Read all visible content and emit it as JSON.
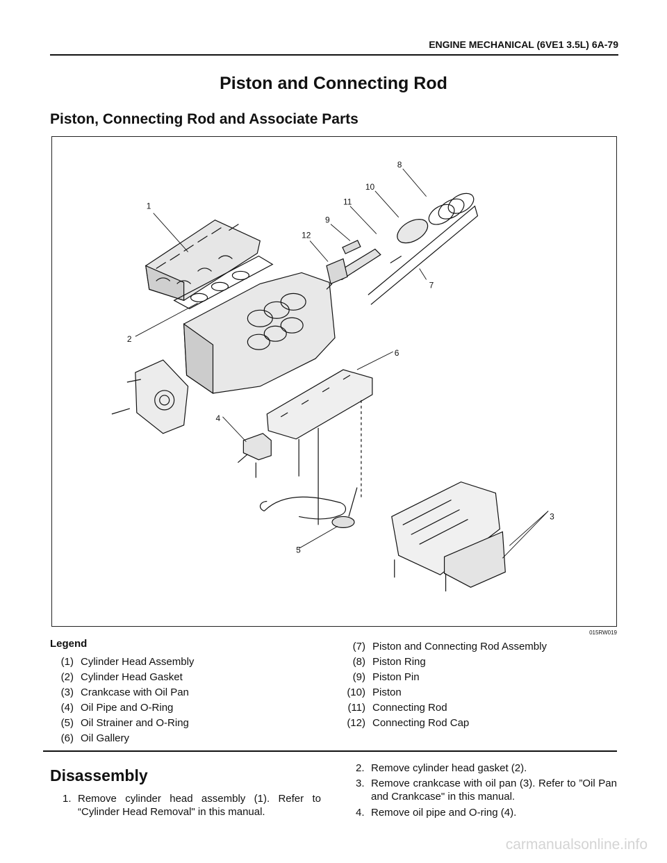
{
  "header": {
    "text": "ENGINE MECHANICAL (6VE1 3.5L)  6A-79"
  },
  "page_title": "Piston and Connecting Rod",
  "section_title": "Piston, Connecting Rod and Associate Parts",
  "figure": {
    "code": "015RW019",
    "labels": {
      "l1": "1",
      "l2": "2",
      "l3": "3",
      "l4": "4",
      "l5": "5",
      "l6": "6",
      "l7": "7",
      "l8": "8",
      "l9": "9",
      "l10": "10",
      "l11": "11",
      "l12": "12"
    }
  },
  "legend": {
    "title": "Legend",
    "left": [
      {
        "num": "(1)",
        "text": "Cylinder Head Assembly"
      },
      {
        "num": "(2)",
        "text": "Cylinder Head Gasket"
      },
      {
        "num": "(3)",
        "text": "Crankcase with Oil Pan"
      },
      {
        "num": "(4)",
        "text": "Oil Pipe and O-Ring"
      },
      {
        "num": "(5)",
        "text": "Oil Strainer and O-Ring"
      },
      {
        "num": "(6)",
        "text": "Oil Gallery"
      }
    ],
    "right": [
      {
        "num": "(7)",
        "text": "Piston and Connecting Rod Assembly"
      },
      {
        "num": "(8)",
        "text": "Piston Ring"
      },
      {
        "num": "(9)",
        "text": "Piston Pin"
      },
      {
        "num": "(10)",
        "text": "Piston"
      },
      {
        "num": "(11)",
        "text": "Connecting Rod"
      },
      {
        "num": "(12)",
        "text": "Connecting Rod Cap"
      }
    ]
  },
  "disassembly": {
    "title": "Disassembly",
    "steps": [
      {
        "num": "1.",
        "text": "Remove cylinder head assembly (1). Refer to “Cylinder Head Removal\" in this manual."
      },
      {
        "num": "2.",
        "text": "Remove cylinder head gasket (2)."
      },
      {
        "num": "3.",
        "text": "Remove crankcase with oil pan (3). Refer to ”Oil Pan and Crankcase\" in this manual."
      },
      {
        "num": "4.",
        "text": "Remove oil pipe and O-ring (4)."
      }
    ]
  },
  "watermark": "carmanualsonline.info"
}
